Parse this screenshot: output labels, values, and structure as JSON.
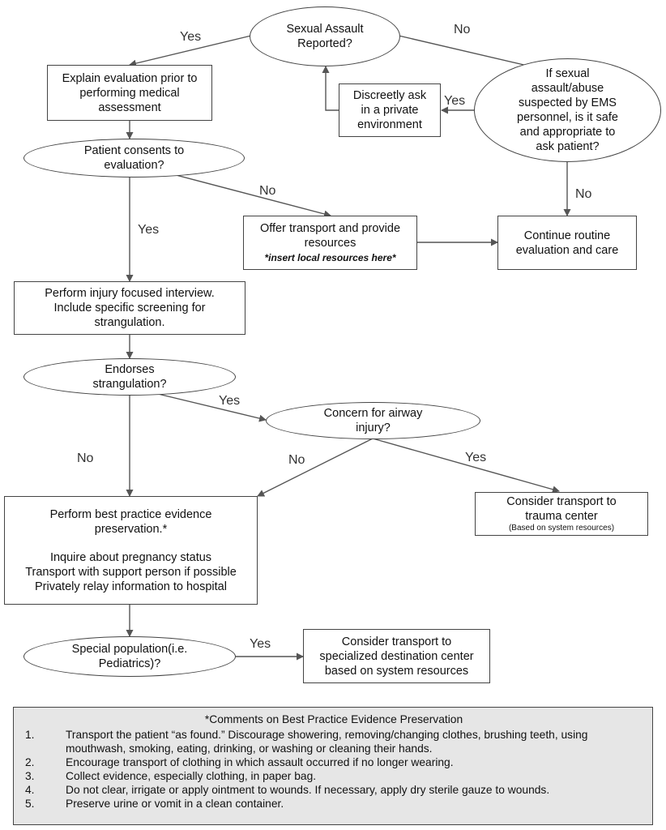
{
  "nodes": {
    "sexual_assault_reported": {
      "line1": "Sexual Assault",
      "line2": "Reported?"
    },
    "explain_evaluation": {
      "line1": "Explain evaluation prior to",
      "line2": "performing medical",
      "line3": "assessment"
    },
    "discreetly_ask": {
      "line1": "Discreetly ask",
      "line2": "in a private",
      "line3": "environment"
    },
    "ems_suspected": {
      "line1": "If sexual",
      "line2": "assault/abuse",
      "line3": "suspected by EMS",
      "line4": "personnel, is it safe",
      "line5": "and appropriate to",
      "line6": "ask patient?"
    },
    "patient_consents": {
      "line1": "Patient consents to",
      "line2": "evaluation?"
    },
    "offer_transport": {
      "line1": "Offer transport and provide",
      "line2": "resources",
      "line3": "*insert local resources here*"
    },
    "continue_routine": {
      "line1": "Continue routine",
      "line2": "evaluation and care"
    },
    "injury_interview": {
      "line1": "Perform injury focused interview.",
      "line2": "Include specific screening for",
      "line3": "strangulation."
    },
    "endorses_strangulation": {
      "line1": "Endorses",
      "line2": "strangulation?"
    },
    "airway_injury": {
      "line1": "Concern for airway",
      "line2": "injury?"
    },
    "best_practice": {
      "line1": "Perform best practice evidence",
      "line2": "preservation.*",
      "line3": "Inquire about pregnancy status",
      "line4": "Transport with support person if possible",
      "line5": "Privately relay information to hospital"
    },
    "trauma_center": {
      "line1": "Consider transport to",
      "line2": "trauma center",
      "line3": "(Based  on system resources)"
    },
    "special_population": {
      "line1": "Special population(i.e.",
      "line2": "Pediatrics)?"
    },
    "specialized_destination": {
      "line1": "Consider transport to",
      "line2": "specialized destination center",
      "line3": "based on system resources"
    }
  },
  "edge_labels": {
    "reported_yes": "Yes",
    "reported_no": "No",
    "ask_yes": "Yes",
    "ask_no": "No",
    "consent_no": "No",
    "consent_yes": "Yes",
    "strangulation_yes": "Yes",
    "strangulation_no": "No",
    "airway_no": "No",
    "airway_yes": "Yes",
    "special_yes": "Yes"
  },
  "notes": {
    "title": "*Comments on Best Practice Evidence Preservation",
    "items": [
      {
        "num": "1.",
        "text": "Transport the patient “as found.” Discourage showering, removing/changing clothes, brushing teeth, using mouthwash, smoking, eating, drinking, or washing or cleaning their hands."
      },
      {
        "num": "2.",
        "text": "Encourage transport of clothing in which assault occurred if no longer wearing."
      },
      {
        "num": "3.",
        "text": "Collect evidence, especially clothing, in paper bag."
      },
      {
        "num": "4.",
        "text": "Do not clear, irrigate or apply ointment to wounds. If necessary, apply dry sterile gauze to wounds."
      },
      {
        "num": "5.",
        "text": "Preserve urine or vomit in a clean container."
      }
    ]
  }
}
